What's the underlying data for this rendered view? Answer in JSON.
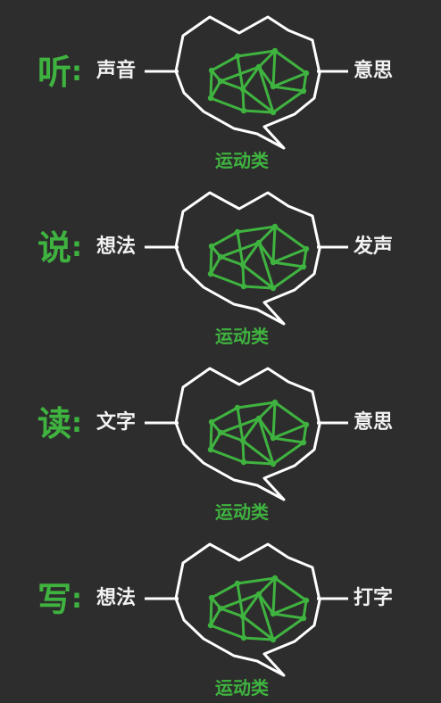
{
  "colors": {
    "background": "#2d2d2d",
    "accent_green": "#3fb33f",
    "text_white": "#f2f2f2",
    "outline_white": "#ffffff"
  },
  "icons": {
    "bubble": "speech-bubble-icon",
    "brain": "brain-network-icon"
  },
  "rows": [
    {
      "verb": "听",
      "colon": ":",
      "input": "声音",
      "output": "意思",
      "area": "运动类"
    },
    {
      "verb": "说",
      "colon": ":",
      "input": "想法",
      "output": "发声",
      "area": "运动类"
    },
    {
      "verb": "读",
      "colon": ":",
      "input": "文字",
      "output": "意思",
      "area": "运动类"
    },
    {
      "verb": "写",
      "colon": ":",
      "input": "想法",
      "output": "打字",
      "area": "运动类"
    }
  ]
}
